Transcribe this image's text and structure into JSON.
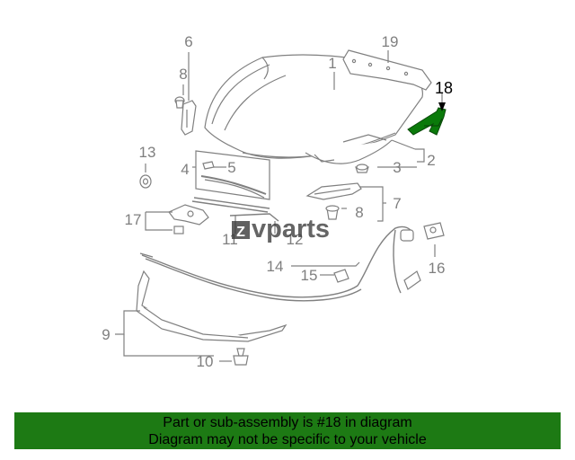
{
  "callouts": {
    "c1": "1",
    "c2": "2",
    "c3": "3",
    "c4": "4",
    "c5": "5",
    "c6": "6",
    "c7": "7",
    "c8a": "8",
    "c8b": "8",
    "c9": "9",
    "c10": "10",
    "c11": "11",
    "c12": "12",
    "c13": "13",
    "c14": "14",
    "c15": "15",
    "c16": "16",
    "c17": "17",
    "c18": "18",
    "c19": "19"
  },
  "watermark": {
    "brand": "vparts",
    "glyph": "Z"
  },
  "highlight": {
    "part": "18",
    "color": "#0a7a0a"
  },
  "banner": {
    "line1": "Part or sub-assembly is #18 in diagram",
    "line2": "Diagram may not be specific to your vehicle",
    "background": "#1d7a14"
  }
}
